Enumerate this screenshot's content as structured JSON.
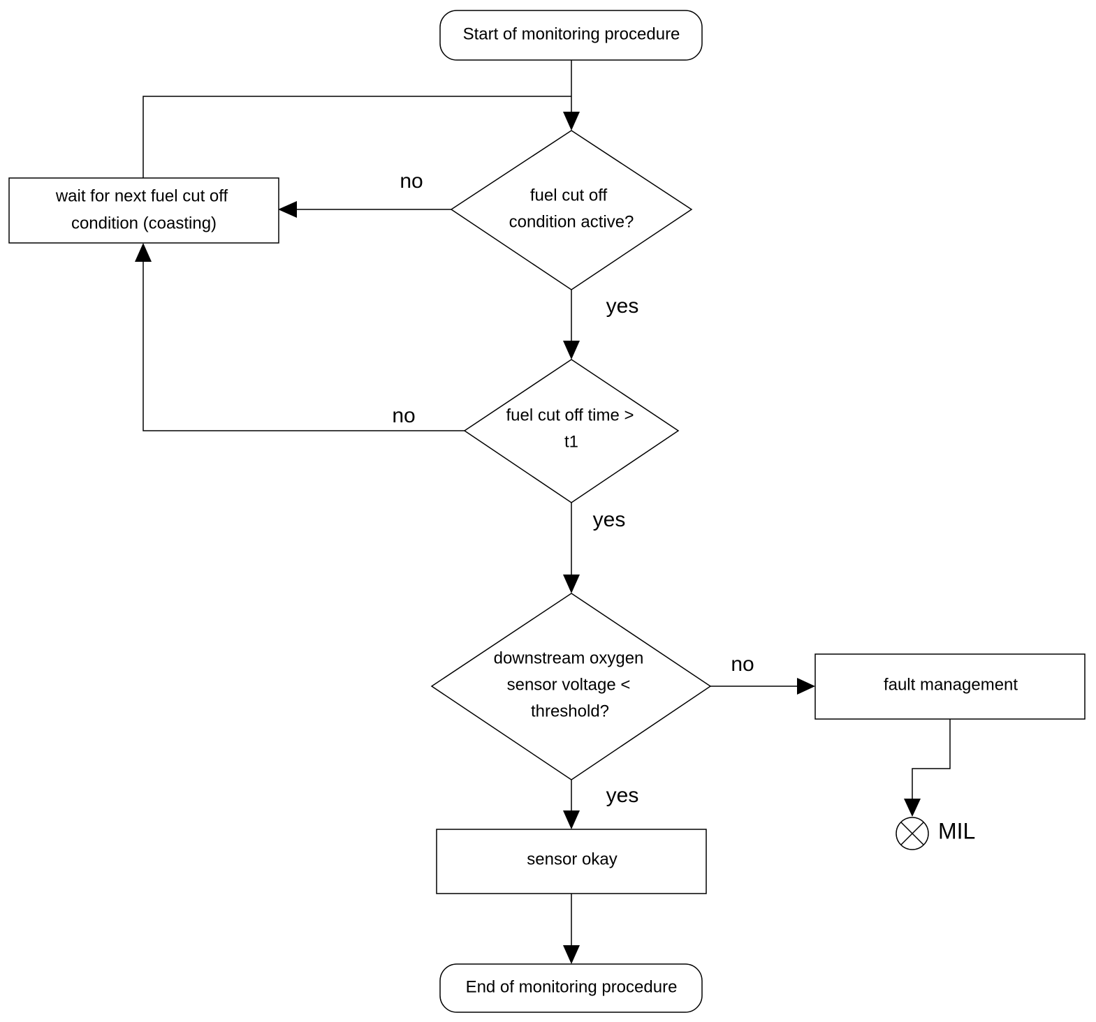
{
  "nodes": {
    "start": {
      "text": "Start of monitoring procedure"
    },
    "decision_fuel_cut_active": {
      "line1": "fuel cut off",
      "line2": "condition active?"
    },
    "wait_next_fuel_cut": {
      "line1": "wait for next fuel cut off",
      "line2": "condition (coasting)"
    },
    "decision_cut_time": {
      "line1": "fuel cut off time >",
      "line2": "t1"
    },
    "decision_sensor_voltage": {
      "line1": "downstream oxygen",
      "line2": "sensor voltage <",
      "line3": "threshold?"
    },
    "fault_management": {
      "text": "fault management"
    },
    "sensor_okay": {
      "text": "sensor okay"
    },
    "end": {
      "text": "End of monitoring procedure"
    },
    "mil": {
      "text": "MIL",
      "icon": "mil-lamp-icon"
    }
  },
  "edge_labels": {
    "active_no": "no",
    "active_yes": "yes",
    "time_no": "no",
    "time_yes": "yes",
    "voltage_no": "no",
    "voltage_yes": "yes"
  }
}
